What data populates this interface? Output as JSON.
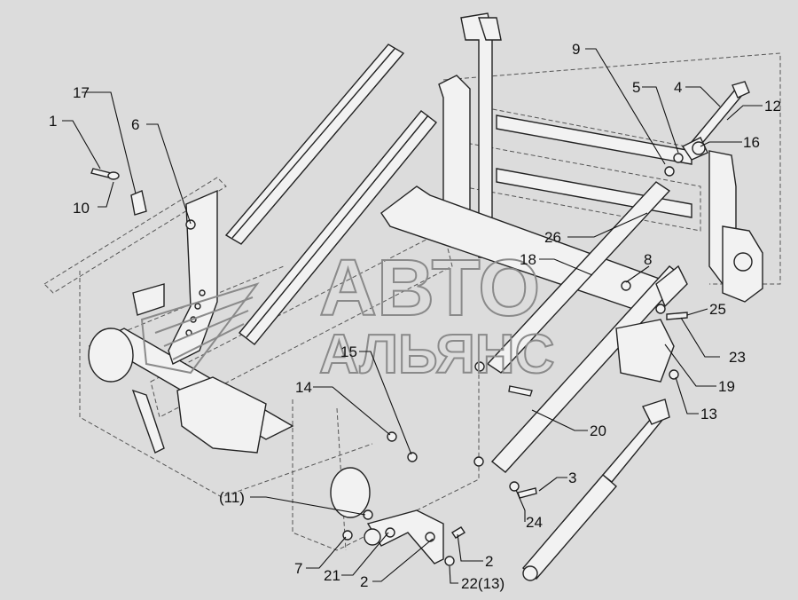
{
  "watermark": {
    "line1": "АВТО",
    "line2": "АЛЬЯНС"
  },
  "labels": [
    "1",
    "17",
    "6",
    "10",
    "9",
    "5",
    "4",
    "12",
    "16",
    "26",
    "18",
    "8",
    "25",
    "23",
    "19",
    "13",
    "20",
    "15",
    "14",
    "3",
    "24",
    "(11)",
    "7",
    "21",
    "2",
    "2",
    "22(13)"
  ],
  "colors": {
    "background": "#dcdcdc",
    "line": "#222222",
    "part_fill": "#f2f2f2",
    "watermark": "#8a8a8a"
  }
}
